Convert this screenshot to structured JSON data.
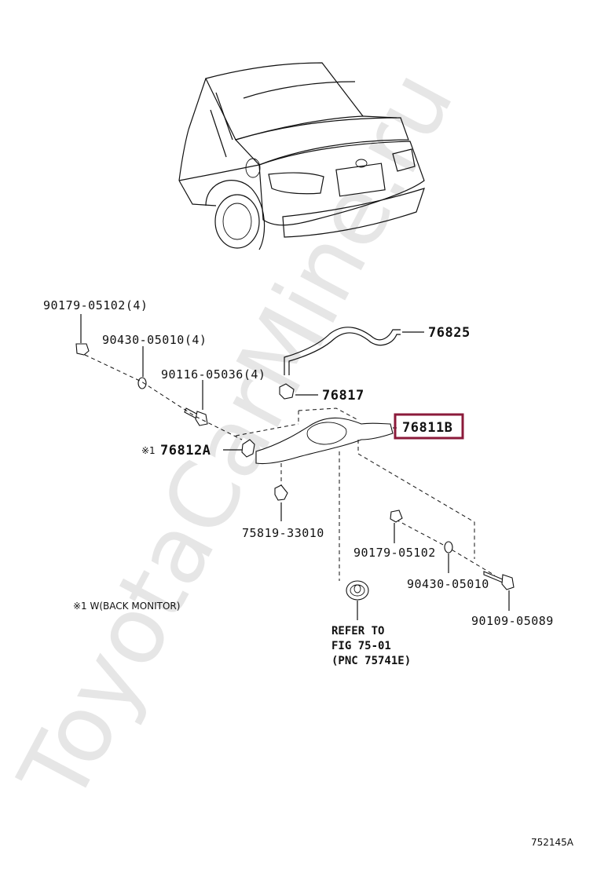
{
  "watermark": "ToyotaCarMine.ru",
  "parts": {
    "p1": "90179-05102(4)",
    "p2": "90430-05010(4)",
    "p3": "90116-05036(4)",
    "p4": "76825",
    "p5": "76817",
    "p6": "76811B",
    "p7_mark": "※1",
    "p7": "76812A",
    "p8": "75819-33010",
    "p9": "90179-05102",
    "p10": "90430-05010",
    "p11": "90109-05089"
  },
  "note": "※1 W(BACK MONITOR)",
  "refer": {
    "line1": "REFER TO",
    "line2": "FIG 75-01",
    "line3": "(PNC 75741E)"
  },
  "figure_id": "752145A",
  "colors": {
    "highlight": "#8b1a3a",
    "ink": "#111111",
    "watermark": "#e6e6e6"
  }
}
